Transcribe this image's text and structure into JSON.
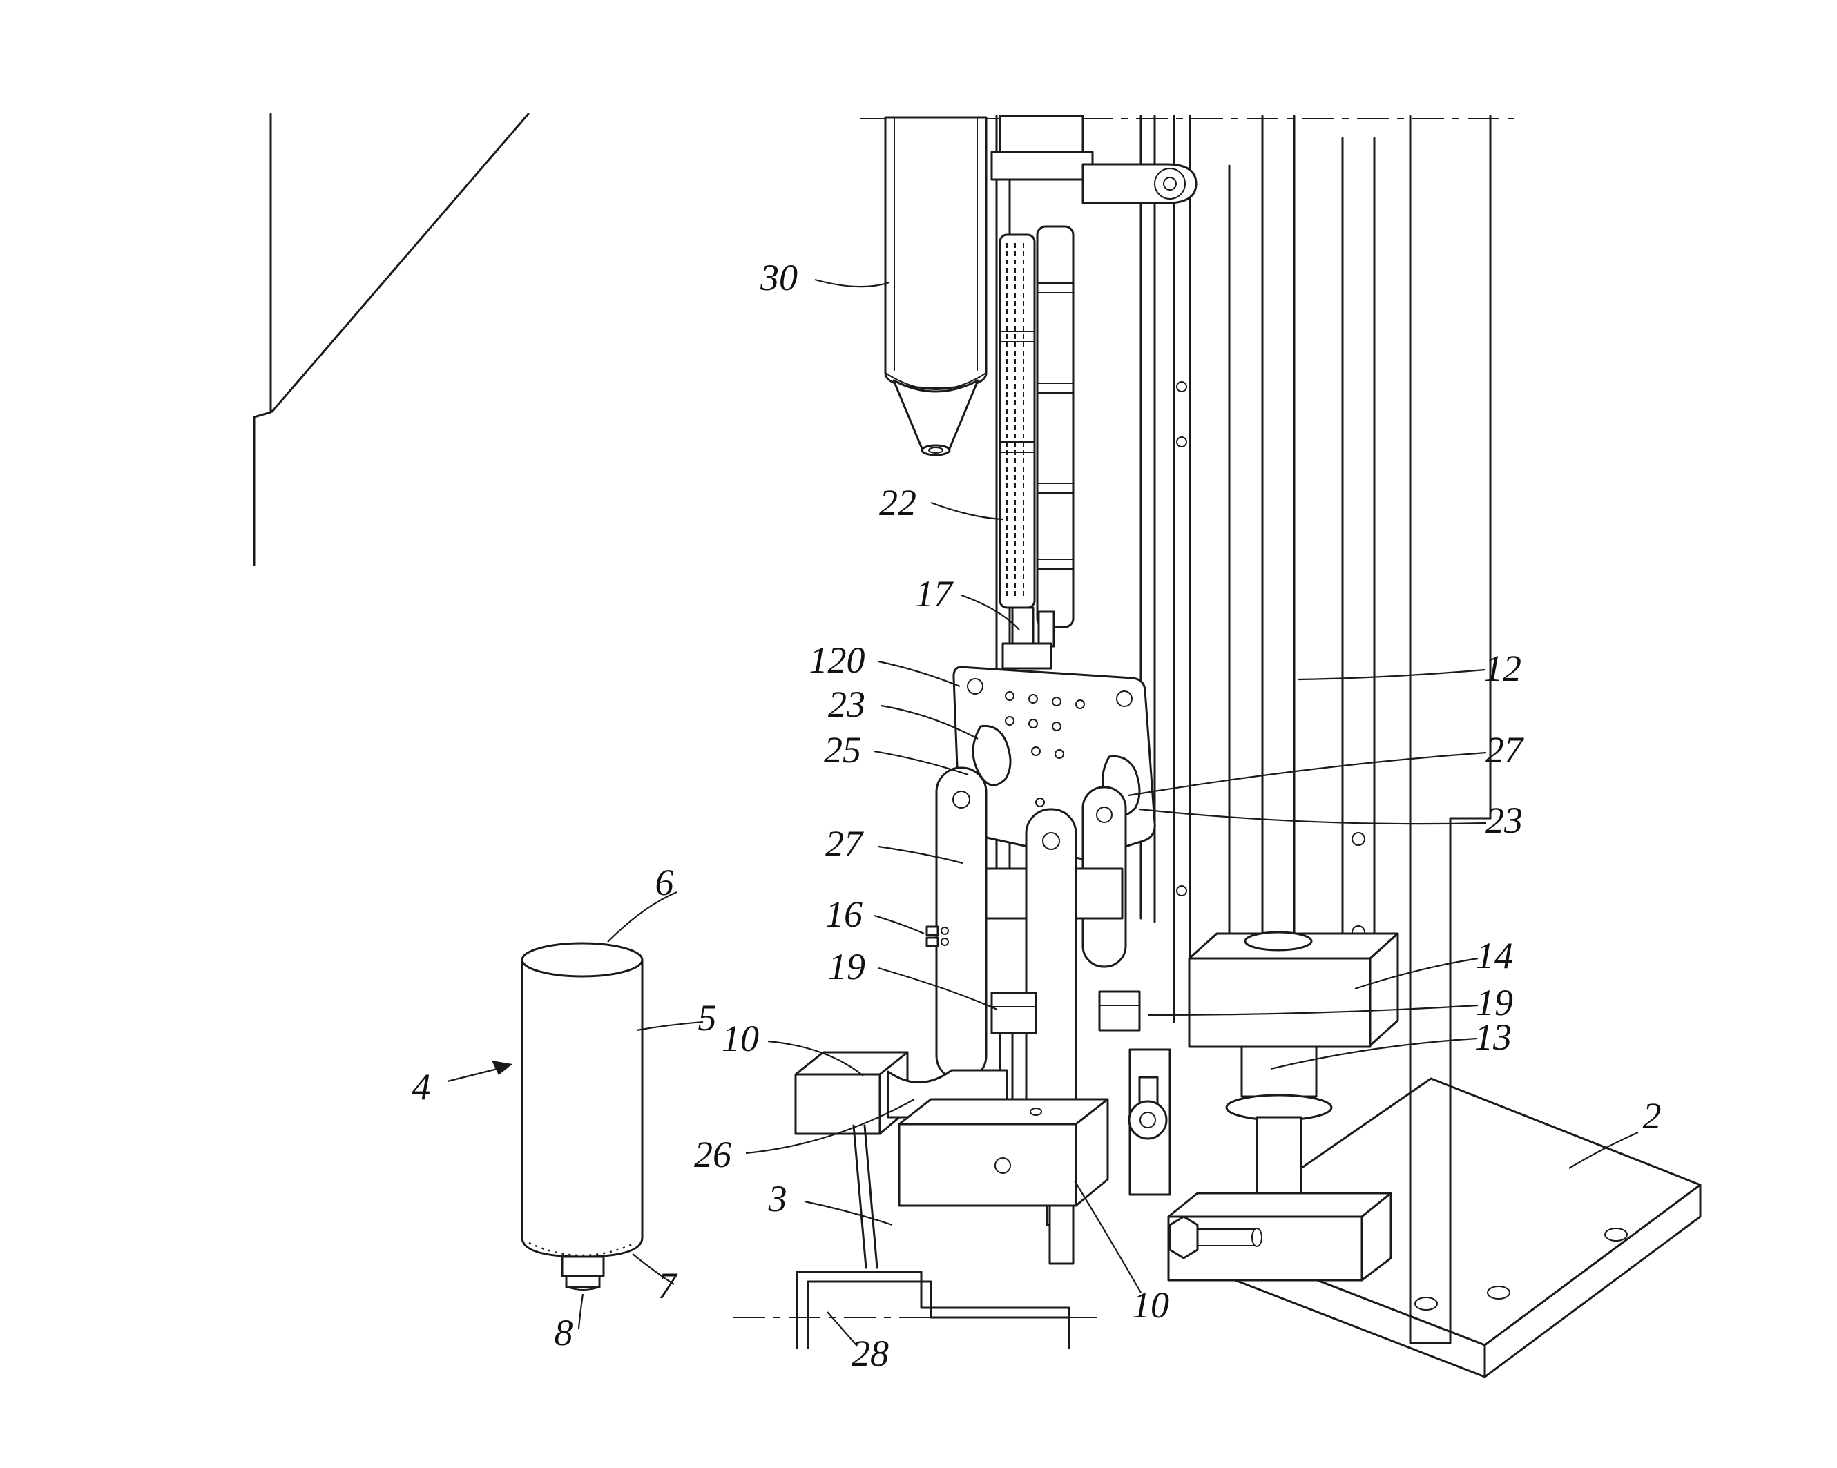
{
  "figure": {
    "background": "#ffffff",
    "line_color": "#1a1a1a",
    "labels": {
      "n30": "30",
      "n22": "22",
      "n17": "17",
      "n120": "120",
      "n23_left": "23",
      "n25": "25",
      "n27_left": "27",
      "n16": "16",
      "n19_left": "19",
      "n10_left": "10",
      "n26": "26",
      "n3": "3",
      "n28": "28",
      "n8": "8",
      "n7": "7",
      "n4": "4",
      "n5": "5",
      "n6": "6",
      "n2": "2",
      "n12": "12",
      "n27_right": "27",
      "n23_right": "23",
      "n14": "14",
      "n19_right": "19",
      "n13": "13",
      "n10_bottom": "10"
    }
  }
}
